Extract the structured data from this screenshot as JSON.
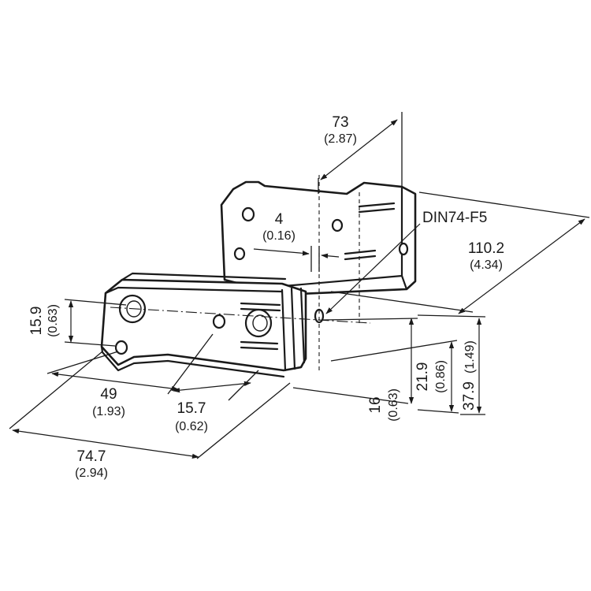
{
  "dimensions": {
    "d73": {
      "mm": "73",
      "inch": "(2.87)"
    },
    "d4": {
      "mm": "4",
      "inch": "(0.16)"
    },
    "d110": {
      "mm": "110.2",
      "inch": "(4.34)"
    },
    "d159": {
      "mm": "15.9",
      "inch": "(0.63)"
    },
    "d49": {
      "mm": "49",
      "inch": "(1.93)"
    },
    "d157": {
      "mm": "15.7",
      "inch": "(0.62)"
    },
    "d747": {
      "mm": "74.7",
      "inch": "(2.94)"
    },
    "d16": {
      "mm": "16",
      "inch": "(0.63)"
    },
    "d219": {
      "mm": "21.9",
      "inch": "(0.86)"
    },
    "d379": {
      "mm": "37.9",
      "inch": "(1.49)"
    }
  },
  "callouts": {
    "din": "DIN74-F5"
  }
}
